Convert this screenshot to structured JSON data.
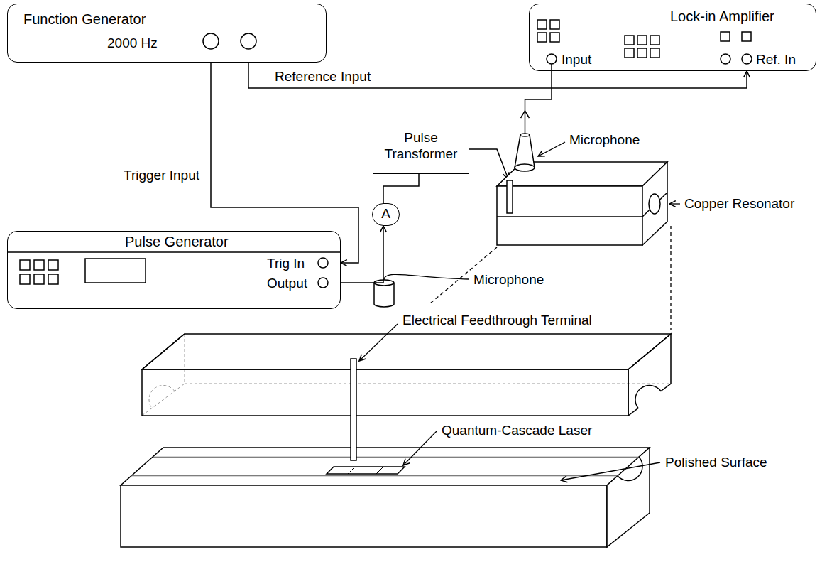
{
  "diagram": {
    "nodes": [
      {
        "text": [
          "Function Generator",
          "2000 Hz"
        ]
      },
      {
        "text": [
          "Lock-in Amplifier",
          "Input",
          "Ref. In"
        ]
      },
      {
        "text": [
          "Pulse Transformer"
        ]
      },
      {
        "text": [
          "Pulse Generator",
          "Trig In",
          "Output"
        ]
      },
      {
        "text": [
          "A"
        ]
      }
    ],
    "edges": [
      {
        "from": 0,
        "to": 1,
        "label": "Reference Input",
        "arrow": "to"
      },
      {
        "from": 0,
        "to": 3,
        "label": "Trigger Input",
        "arrow": "to"
      },
      {
        "from": 3,
        "to": 4,
        "arrow": "to"
      },
      {
        "from": 4,
        "to": 2,
        "arrow": "none"
      }
    ],
    "labels": [
      "Microphone",
      "Copper Resonator",
      "Microphone",
      "Electrical Feedthrough Terminal",
      "Quantum-Cascade Laser",
      "Polished Surface"
    ]
  }
}
